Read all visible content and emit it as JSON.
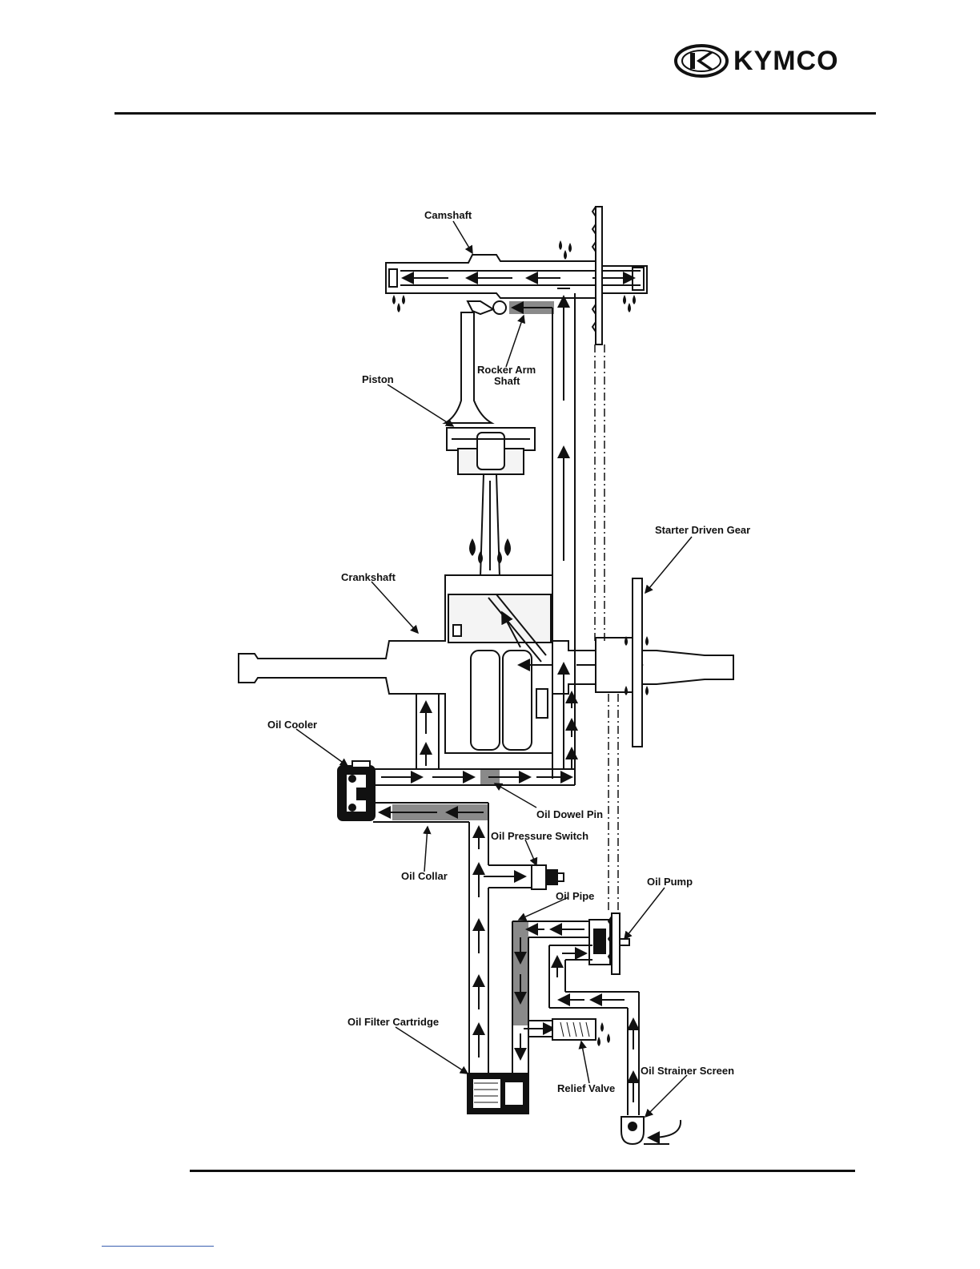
{
  "header": {
    "brand": "KYMCO"
  },
  "labels": {
    "camshaft": "Camshaft",
    "rocker_arm_shaft_1": "Rocker Arm",
    "rocker_arm_shaft_2": "Shaft",
    "piston": "Piston",
    "starter_driven_gear": "Starter Driven Gear",
    "crankshaft": "Crankshaft",
    "oil_cooler": "Oil Cooler",
    "oil_dowel_pin": "Oil Dowel Pin",
    "oil_pressure_switch": "Oil Pressure Switch",
    "oil_collar": "Oil Collar",
    "oil_pipe": "Oil Pipe",
    "oil_pump": "Oil Pump",
    "oil_filter_cartridge": "Oil Filter Cartridge",
    "relief_valve": "Relief Valve",
    "oil_strainer_screen": "Oil Strainer Screen"
  },
  "colors": {
    "ink": "#111111",
    "oil_passage_shaded": "#8a8a8a",
    "footer_link": "#3a5fb0"
  }
}
